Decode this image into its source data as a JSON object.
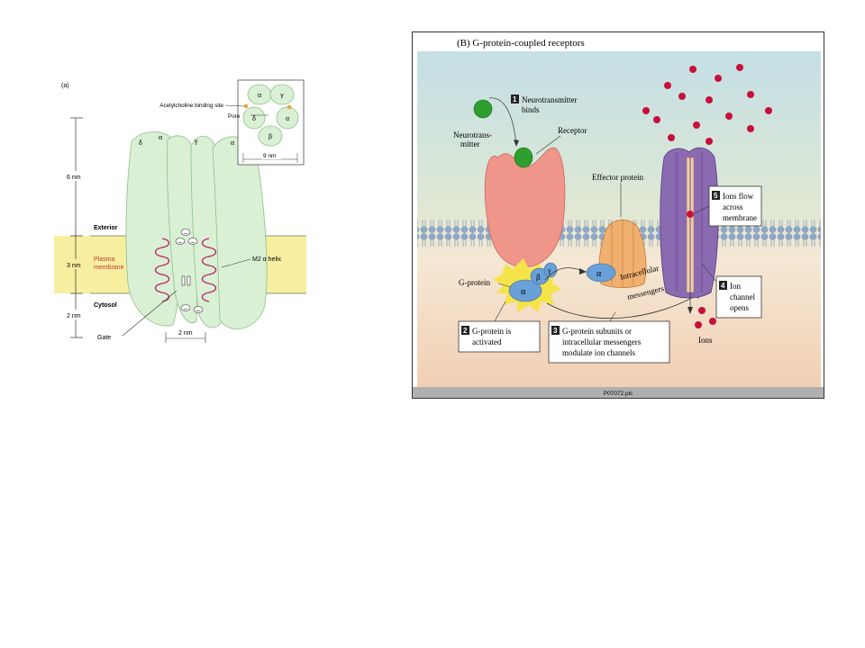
{
  "panel_a": {
    "label": "(a)",
    "inset": {
      "binding_site_label": "Acetylcholine binding site",
      "pore_label": "Pore",
      "scale_label": "9 nm",
      "subunits": [
        "α",
        "γ",
        "δ",
        "α",
        "β"
      ]
    },
    "dimensions": {
      "top": "6 nm",
      "middle": "3 nm",
      "bottom": "2 nm",
      "gate_width": "2 nm"
    },
    "regions": {
      "exterior": "Exterior",
      "membrane_line1": "Plasma",
      "membrane_line2": "membrane",
      "cytosol": "Cytosol"
    },
    "subunit_labels": [
      "δ",
      "α",
      "γ",
      "α"
    ],
    "helix_label": "M2 α helix",
    "gate_label": "Gate",
    "charge_symbol": "–"
  },
  "panel_b": {
    "title": "(B) G-protein-coupled receptors",
    "neurotransmitter_line1": "Neurotrans-",
    "neurotransmitter_line2": "mitter",
    "receptor_label": "Receptor",
    "effector_label": "Effector protein",
    "gprotein_label": "G-protein",
    "subunits": {
      "alpha": "α",
      "beta": "β",
      "gamma": "γ"
    },
    "messengers_line1": "Intracellular",
    "messengers_line2": "messengers",
    "ions_label": "Ions",
    "steps": [
      {
        "num": "1",
        "line1": "Neurotransmitter",
        "line2": "binds",
        "line3": ""
      },
      {
        "num": "2",
        "line1": "G-protein is",
        "line2": "activated",
        "line3": ""
      },
      {
        "num": "3",
        "line1": "G-protein subunits or",
        "line2": "intracellular messengers",
        "line3": "modulate ion channels"
      },
      {
        "num": "4",
        "line1": "Ion",
        "line2": "channel",
        "line3": "opens"
      },
      {
        "num": "5",
        "line1": "Ions flow",
        "line2": "across",
        "line3": "membrane"
      }
    ],
    "footer": "P07072.pic",
    "colors": {
      "receptor": "#f0958a",
      "neurotransmitter": "#2e9e2e",
      "ion": "#c8103a",
      "channel": "#8a6ab0",
      "effector": "#f0b070",
      "gprotein": "#6aa0d8"
    }
  }
}
